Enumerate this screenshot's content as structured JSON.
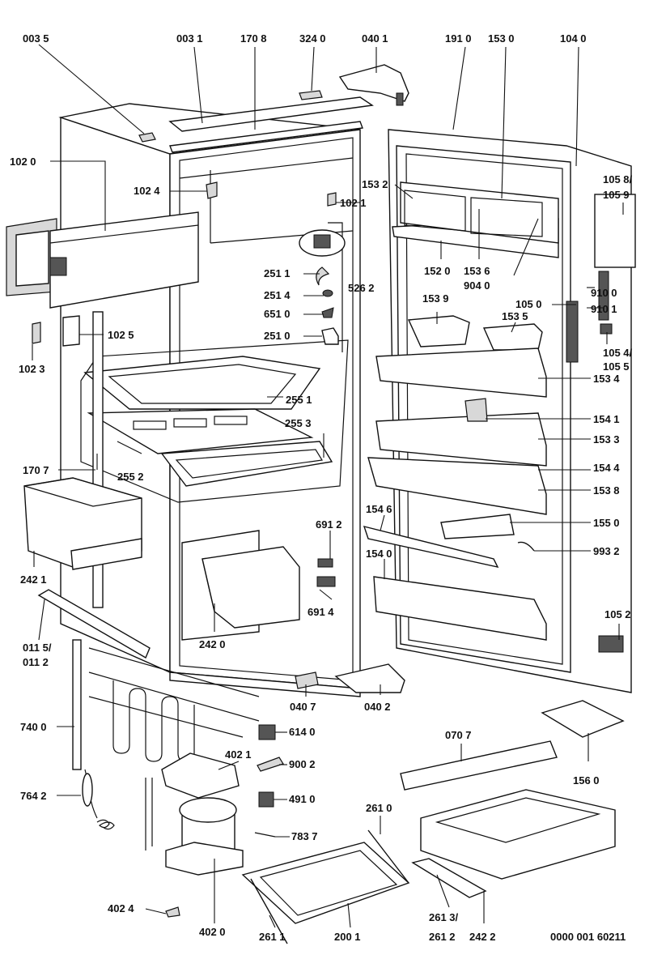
{
  "labels": [
    {
      "id": "0035",
      "text": "003 5"
    },
    {
      "id": "0031",
      "text": "003 1"
    },
    {
      "id": "1708",
      "text": "170 8"
    },
    {
      "id": "3240",
      "text": "324 0"
    },
    {
      "id": "0401",
      "text": "040 1"
    },
    {
      "id": "1910",
      "text": "191 0"
    },
    {
      "id": "1530",
      "text": "153 0"
    },
    {
      "id": "1040",
      "text": "104 0"
    },
    {
      "id": "1020",
      "text": "102 0"
    },
    {
      "id": "1024",
      "text": "102 4"
    },
    {
      "id": "1021",
      "text": "102 1"
    },
    {
      "id": "1532",
      "text": "153 2"
    },
    {
      "id": "1058",
      "text": "105 8/"
    },
    {
      "id": "1059",
      "text": "105 9"
    },
    {
      "id": "2511",
      "text": "251 1"
    },
    {
      "id": "2514",
      "text": "251 4"
    },
    {
      "id": "6510",
      "text": "651 0"
    },
    {
      "id": "2510",
      "text": "251 0"
    },
    {
      "id": "5262",
      "text": "526 2"
    },
    {
      "id": "1520",
      "text": "152 0"
    },
    {
      "id": "1536",
      "text": "153 6"
    },
    {
      "id": "9040",
      "text": "904 0"
    },
    {
      "id": "9100",
      "text": "910 0"
    },
    {
      "id": "9101",
      "text": "910 1"
    },
    {
      "id": "1539",
      "text": "153 9"
    },
    {
      "id": "1050",
      "text": "105 0"
    },
    {
      "id": "1535",
      "text": "153 5"
    },
    {
      "id": "1054",
      "text": "105 4/"
    },
    {
      "id": "1055",
      "text": "105 5"
    },
    {
      "id": "1023",
      "text": "102 3"
    },
    {
      "id": "1025",
      "text": "102 5"
    },
    {
      "id": "1534",
      "text": "153 4"
    },
    {
      "id": "2551",
      "text": "255 1"
    },
    {
      "id": "1541",
      "text": "154 1"
    },
    {
      "id": "2553",
      "text": "255 3"
    },
    {
      "id": "1533",
      "text": "153 3"
    },
    {
      "id": "1707",
      "text": "170 7"
    },
    {
      "id": "2552",
      "text": "255 2"
    },
    {
      "id": "1544",
      "text": "154 4"
    },
    {
      "id": "1538",
      "text": "153 8"
    },
    {
      "id": "1550",
      "text": "155 0"
    },
    {
      "id": "6912",
      "text": "691 2"
    },
    {
      "id": "1546",
      "text": "154 6"
    },
    {
      "id": "9932",
      "text": "993 2"
    },
    {
      "id": "2421",
      "text": "242 1"
    },
    {
      "id": "1540",
      "text": "154 0"
    },
    {
      "id": "6914",
      "text": "691 4"
    },
    {
      "id": "2420",
      "text": "242 0"
    },
    {
      "id": "0115",
      "text": "011 5/"
    },
    {
      "id": "0112",
      "text": "011 2"
    },
    {
      "id": "1052",
      "text": "105 2"
    },
    {
      "id": "0407",
      "text": "040 7"
    },
    {
      "id": "0402",
      "text": "040 2"
    },
    {
      "id": "7400",
      "text": "740 0"
    },
    {
      "id": "6140",
      "text": "614 0"
    },
    {
      "id": "0707",
      "text": "070 7"
    },
    {
      "id": "4021",
      "text": "402 1"
    },
    {
      "id": "9002",
      "text": "900 2"
    },
    {
      "id": "1560",
      "text": "156 0"
    },
    {
      "id": "7642",
      "text": "764 2"
    },
    {
      "id": "4910",
      "text": "491 0"
    },
    {
      "id": "2610",
      "text": "261 0"
    },
    {
      "id": "7837",
      "text": "783 7"
    },
    {
      "id": "4024",
      "text": "402 4"
    },
    {
      "id": "2613",
      "text": "261 3/"
    },
    {
      "id": "2612",
      "text": "261 2"
    },
    {
      "id": "2422",
      "text": "242 2"
    },
    {
      "id": "4020",
      "text": "402 0"
    },
    {
      "id": "2611",
      "text": "261 1"
    },
    {
      "id": "2001",
      "text": "200 1"
    },
    {
      "id": "docnum",
      "text": "0000 001 60211"
    }
  ]
}
